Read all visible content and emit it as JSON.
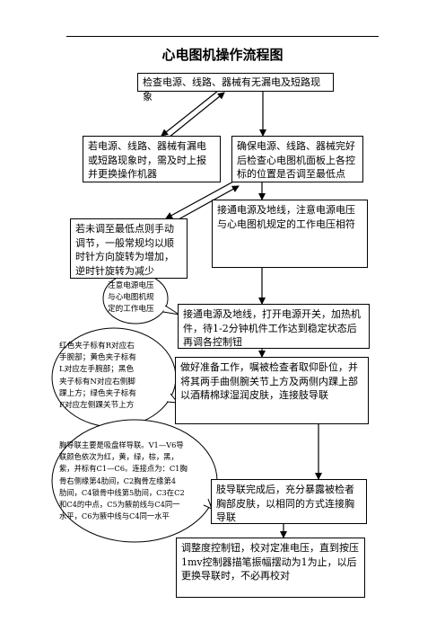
{
  "title": "心电图机操作流程图",
  "boxes": {
    "b1": "检查电源、线路、器械有无漏电及短路现象",
    "b2": "若电源、线路、器械有漏电或短路现象时，需及时上报并更换操作机器",
    "b3": "确保电源、线路、器械完好后检查心电图机面板上各控标的位置是否调至最低点",
    "b4": "若未调至最低点则手动调节，一般常规均以顺时针方向旋转为增加，逆时针旋转为减少",
    "b5": "接通电源及地线，注意电源电压与心电图机规定的工作电压相符",
    "b6": "接通电源及地线，打开电源开关，加热机件，待1-2分钟机件工作达到稳定状态后再调各控制钮",
    "b7": "做好准备工作，嘱被检查者取仰卧位，并将其两手曲侧腕关节上方及两侧内踝上部以酒精棉球湿润皮肤，连接肢导联",
    "b8": "肢导联完成后，充分暴露被检者胸部皮肤，以相同的方式连接胸导联",
    "b9": "调整度控制钮，校对定准电压，直到按压1mv控制器描笔振幅摆动为1为止，以后更换导联时，不必再校对"
  },
  "callouts": {
    "c1": [
      "注意电源电压",
      "与心电图机规",
      "定的工作电压"
    ],
    "c2": [
      "红色夹子标有R对应右",
      "手腕部；黄色夹子标有",
      "L对应左手腕部；黑色",
      "夹子标有N对应右侧脚",
      "踝上方；绿色夹子标有",
      "F对应左侧踝关节上方"
    ],
    "c3": [
      "胸导联主要是吸盘样导联。V1—V6导",
      "联颜色依次为红，黄，绿，棕，黑，",
      "紫，并标有C1—C6。连接点为：C1胸",
      "骨右侧缘第4肋间，C2胸骨左缘第4",
      "肋间，C4锁骨中线第5肋间，C3在C2",
      "和C4的中点，C5为腋前线与C4同一",
      "水平，C6为腋中线与C4同一水平"
    ]
  }
}
